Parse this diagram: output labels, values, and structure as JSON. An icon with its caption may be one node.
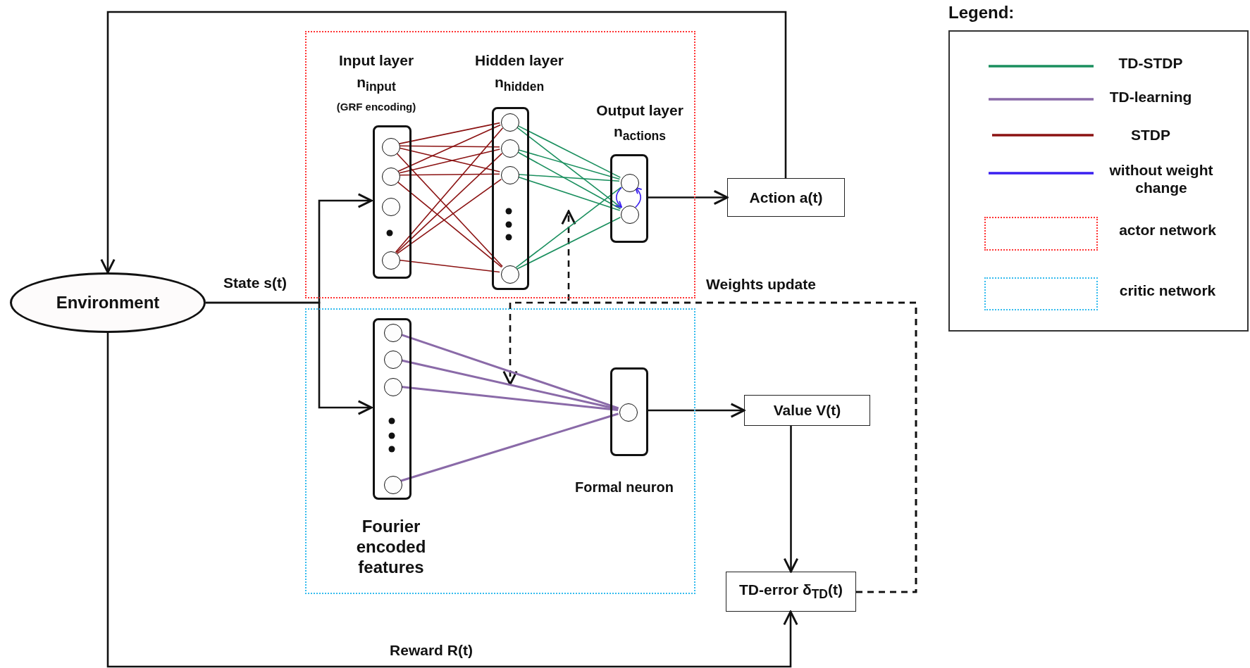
{
  "diagram": {
    "nodes": [
      {
        "text": [],
        "shape": "box"
      },
      {
        "text": [],
        "shape": "box"
      },
      {
        "text": [
          "Environment"
        ]
      },
      {
        "text": [
          "Input layer",
          "n$_{input}$",
          "(GRF encoding)"
        ],
        "in": 0
      },
      {
        "text": [
          "Hidden layer",
          "n$_{hidden}$"
        ],
        "in": 0
      },
      {
        "text": [
          "Output layer",
          "n$_{actions}$"
        ],
        "in": 0
      },
      {
        "text": [
          "Action a(t)"
        ]
      },
      {
        "text": [
          "Fourier encoded features"
        ],
        "in": 1
      },
      {
        "text": [
          "Formal neuron"
        ],
        "in": 1
      },
      {
        "text": [
          "Value V(t)"
        ]
      },
      {
        "text": [
          "TD-error δ$_{TD}$(t)"
        ]
      },
      {
        "text": [],
        "shape": "circle",
        "in": 3
      },
      {
        "text": [],
        "shape": "circle",
        "in": 3
      },
      {
        "text": [],
        "shape": "circle",
        "in": 3
      },
      {
        "text": [],
        "shape": "circle",
        "in": 3
      },
      {
        "text": [],
        "shape": "circle",
        "in": 4
      },
      {
        "text": [],
        "shape": "circle",
        "in": 4
      },
      {
        "text": [],
        "shape": "circle",
        "in": 4
      },
      {
        "text": [],
        "shape": "circle",
        "in": 4
      },
      {
        "text": [],
        "shape": "circle",
        "in": 5
      },
      {
        "text": [],
        "shape": "circle",
        "in": 5
      },
      {
        "text": [],
        "shape": "circle",
        "in": 7
      },
      {
        "text": [],
        "shape": "circle",
        "in": 7
      },
      {
        "text": [],
        "shape": "circle",
        "in": 7
      },
      {
        "text": [],
        "shape": "circle",
        "in": 7
      },
      {
        "text": [],
        "shape": "circle",
        "in": 8
      }
    ],
    "edges": [
      {
        "from": 2,
        "to": 3,
        "arrow": "to",
        "label": "State s(t)",
        "color": "#111111"
      },
      {
        "from": 2,
        "to": 7,
        "arrow": "to",
        "color": "#111111"
      },
      {
        "from": 5,
        "to": 6,
        "arrow": "to",
        "color": "#111111"
      },
      {
        "from": 6,
        "to": 2,
        "arrow": "to",
        "color": "#111111"
      },
      {
        "from": 8,
        "to": 9,
        "arrow": "to",
        "color": "#111111"
      },
      {
        "from": 9,
        "to": 10,
        "arrow": "to",
        "color": "#111111"
      },
      {
        "from": 2,
        "to": 10,
        "arrow": "to",
        "label": "Reward R(t)",
        "color": "#111111"
      },
      {
        "from": 10,
        "to": null,
        "arrow": "to",
        "style": "dashed",
        "label": "Weights update",
        "color": "#111111"
      },
      {
        "from": 10,
        "to": null,
        "arrow": "to",
        "style": "dashed",
        "color": "#111111"
      },
      {
        "from": 11,
        "to": 15,
        "arrow": "none",
        "color": "#8b1212"
      },
      {
        "from": 11,
        "to": 16,
        "arrow": "none",
        "color": "#8b1212"
      },
      {
        "from": 11,
        "to": 17,
        "arrow": "none",
        "color": "#8b1212"
      },
      {
        "from": 11,
        "to": 18,
        "arrow": "none",
        "color": "#8b1212"
      },
      {
        "from": 12,
        "to": 15,
        "arrow": "none",
        "color": "#8b1212"
      },
      {
        "from": 12,
        "to": 16,
        "arrow": "none",
        "color": "#8b1212"
      },
      {
        "from": 12,
        "to": 17,
        "arrow": "none",
        "color": "#8b1212"
      },
      {
        "from": 12,
        "to": 18,
        "arrow": "none",
        "color": "#8b1212"
      },
      {
        "from": 14,
        "to": 15,
        "arrow": "none",
        "color": "#8b1212"
      },
      {
        "from": 14,
        "to": 16,
        "arrow": "none",
        "color": "#8b1212"
      },
      {
        "from": 14,
        "to": 17,
        "arrow": "none",
        "color": "#8b1212"
      },
      {
        "from": 14,
        "to": 18,
        "arrow": "none",
        "color": "#8b1212"
      },
      {
        "from": 15,
        "to": 19,
        "arrow": "none",
        "color": "#1a8f5e"
      },
      {
        "from": 15,
        "to": 20,
        "arrow": "none",
        "color": "#1a8f5e"
      },
      {
        "from": 16,
        "to": 19,
        "arrow": "none",
        "color": "#1a8f5e"
      },
      {
        "from": 16,
        "to": 20,
        "arrow": "none",
        "color": "#1a8f5e"
      },
      {
        "from": 17,
        "to": 19,
        "arrow": "none",
        "color": "#1a8f5e"
      },
      {
        "from": 17,
        "to": 20,
        "arrow": "none",
        "color": "#1a8f5e"
      },
      {
        "from": 18,
        "to": 19,
        "arrow": "none",
        "color": "#1a8f5e"
      },
      {
        "from": 18,
        "to": 20,
        "arrow": "none",
        "color": "#1a8f5e"
      },
      {
        "from": 19,
        "to": 20,
        "arrow": "to",
        "color": "#3a1ff0"
      },
      {
        "from": 20,
        "to": 19,
        "arrow": "to",
        "color": "#3a1ff0"
      },
      {
        "from": 21,
        "to": 25,
        "arrow": "none",
        "color": "#8a6aa8"
      },
      {
        "from": 22,
        "to": 25,
        "arrow": "none",
        "color": "#8a6aa8"
      },
      {
        "from": 23,
        "to": 25,
        "arrow": "none",
        "color": "#8a6aa8"
      },
      {
        "from": 24,
        "to": 25,
        "arrow": "none",
        "color": "#8a6aa8"
      }
    ],
    "labels": [
      "Legend:"
    ],
    "legend": [
      {
        "text": "TD-STDP"
      },
      {
        "text": "TD-learning"
      },
      {
        "text": "STDP"
      },
      {
        "text": "without weight change"
      },
      {
        "text": "actor network"
      },
      {
        "text": "critic network"
      }
    ]
  }
}
